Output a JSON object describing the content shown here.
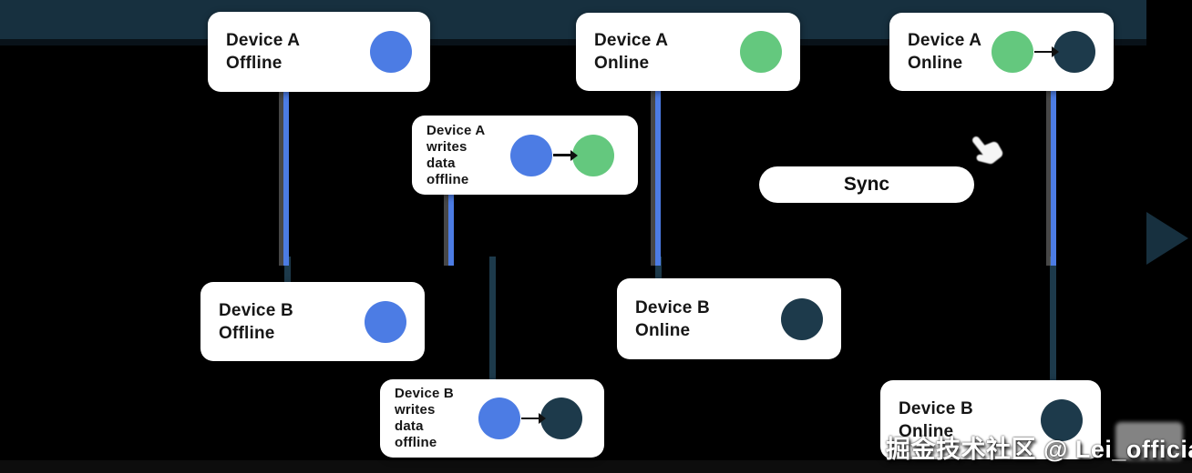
{
  "colors": {
    "device_blue": "#4c7ce4",
    "online_green": "#64c87e",
    "synced_dark": "#1d3a4b",
    "timeline": "#17303f",
    "card_bg": "#ffffff",
    "ink": "#161616"
  },
  "cards": [
    {
      "id": "device-a-offline",
      "lines": [
        "Device A",
        "Offline"
      ],
      "dots": [
        "blue"
      ]
    },
    {
      "id": "device-a-writes-offline",
      "lines": [
        "Device A",
        "writes",
        "data",
        "offline"
      ],
      "dots": [
        "blue",
        "green"
      ],
      "transition": true
    },
    {
      "id": "device-a-online",
      "lines": [
        "Device A",
        "Online"
      ],
      "dots": [
        "green"
      ]
    },
    {
      "id": "device-a-online-synced",
      "lines": [
        "Device A",
        "Online"
      ],
      "dots": [
        "green",
        "dark"
      ],
      "transition": true
    },
    {
      "id": "device-b-offline",
      "lines": [
        "Device B",
        "Offline"
      ],
      "dots": [
        "blue"
      ]
    },
    {
      "id": "device-b-writes-offline",
      "lines": [
        "Device B",
        "writes",
        "data",
        "offline"
      ],
      "dots": [
        "blue",
        "dark"
      ],
      "transition": true
    },
    {
      "id": "device-b-online",
      "lines": [
        "Device B",
        "Online"
      ],
      "dots": [
        "dark"
      ]
    },
    {
      "id": "device-b-online-synced",
      "lines": [
        "Device B",
        "Online"
      ],
      "dots": [
        "dark"
      ]
    }
  ],
  "sync_button": {
    "label": "Sync"
  },
  "watermark": {
    "text": "掘金技术社区 @ Lei_official"
  }
}
